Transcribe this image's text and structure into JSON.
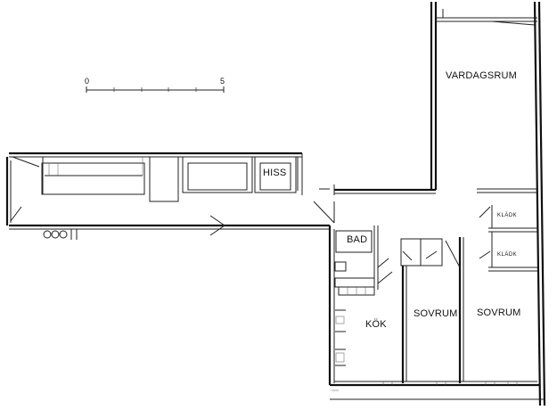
{
  "scale_bar": {
    "start_label": "0",
    "end_label": "5"
  },
  "rooms": {
    "vardagsrum": "VARDAGSRUM",
    "hiss": "HISS",
    "bad": "BAD",
    "kok": "KÖK",
    "sovrum_1": "SOVRUM",
    "sovrum_2": "SOVRUM"
  },
  "closets": {
    "top": "KLÄDK",
    "bottom": "KLÄDK"
  },
  "colors": {
    "lines": "#111111",
    "background": "#ffffff"
  }
}
